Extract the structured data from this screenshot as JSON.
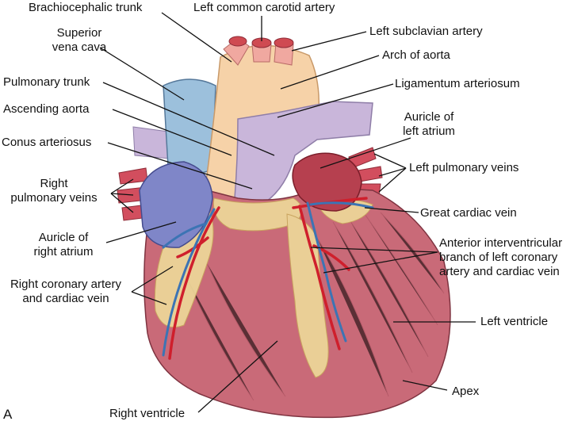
{
  "figure_letter": "A",
  "colors": {
    "ink": "#111111",
    "myocardium": "#c96a78",
    "aorta": "#f6d2a8",
    "pulmonary_trunk": "#c9b6da",
    "vena_cava": "#9cc0dc",
    "right_atrium": "#7f86c8",
    "left_auricle": "#b6404f",
    "fat": "#ecd598",
    "artery": "#cf1f2c",
    "vein": "#3c74b4",
    "pulmonary_vessels": "#d24e5e"
  },
  "labels": {
    "brachiocephalic_trunk": "Brachiocephalic trunk",
    "left_common_carotid": "Left common carotid artery",
    "superior_vena_cava": [
      "Superior",
      "vena cava"
    ],
    "left_subclavian": "Left subclavian artery",
    "arch_of_aorta": "Arch of aorta",
    "pulmonary_trunk": "Pulmonary trunk",
    "ligamentum_arteriosum": "Ligamentum arteriosum",
    "ascending_aorta": "Ascending aorta",
    "auricle_left_atrium": [
      "Auricle of",
      "left atrium"
    ],
    "conus_arteriosus": "Conus arteriosus",
    "left_pulmonary_veins": "Left pulmonary veins",
    "right_pulmonary_veins": [
      "Right",
      "pulmonary veins"
    ],
    "great_cardiac_vein": "Great cardiac vein",
    "auricle_right_atrium": [
      "Auricle of",
      "right atrium"
    ],
    "anterior_interventricular": [
      "Anterior interventricular",
      "branch of left coronary",
      "artery and cardiac vein"
    ],
    "right_coronary": [
      "Right coronary artery",
      "and cardiac vein"
    ],
    "left_ventricle": "Left ventricle",
    "apex": "Apex",
    "right_ventricle": "Right ventricle"
  }
}
